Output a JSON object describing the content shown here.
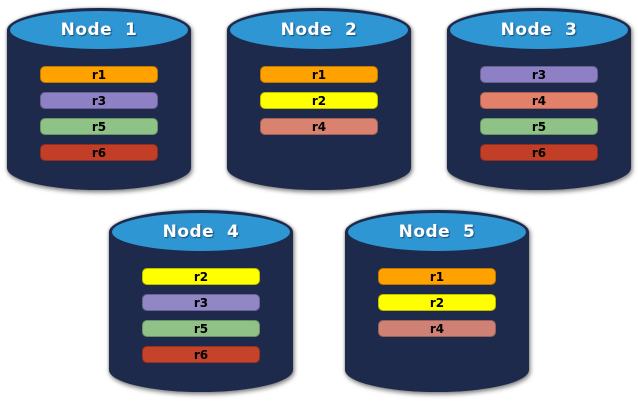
{
  "background_color": "#FFFFFF",
  "node_style": {
    "body_color": "#1D2A4B",
    "top_ellipse_color": "#2E96D3",
    "title_color": "#FFFFFF"
  },
  "nodes": [
    {
      "label": "Node  1",
      "bars": [
        {
          "label": "r1",
          "color": "#FFA200"
        },
        {
          "label": "r3",
          "color": "#8D80C5"
        },
        {
          "label": "r5",
          "color": "#8FC287"
        },
        {
          "label": "r6",
          "color": "#C23E27"
        }
      ]
    },
    {
      "label": "Node  2",
      "bars": [
        {
          "label": "r1",
          "color": "#FFA200"
        },
        {
          "label": "r2",
          "color": "#FFFF00"
        },
        {
          "label": "r4",
          "color": "#D8826F"
        }
      ]
    },
    {
      "label": "Node  3",
      "bars": [
        {
          "label": "r3",
          "color": "#8D80C5"
        },
        {
          "label": "r4",
          "color": "#E28069"
        },
        {
          "label": "r5",
          "color": "#8FC287"
        },
        {
          "label": "r6",
          "color": "#C23E27"
        }
      ]
    },
    {
      "label": "Node  4",
      "bars": [
        {
          "label": "r2",
          "color": "#FFFF00"
        },
        {
          "label": "r3",
          "color": "#9186C6"
        },
        {
          "label": "r5",
          "color": "#90C187"
        },
        {
          "label": "r6",
          "color": "#C4432A"
        }
      ]
    },
    {
      "label": "Node  5",
      "bars": [
        {
          "label": "r1",
          "color": "#FFA200"
        },
        {
          "label": "r2",
          "color": "#FFFF00"
        },
        {
          "label": "r4",
          "color": "#CE8174"
        }
      ]
    }
  ]
}
